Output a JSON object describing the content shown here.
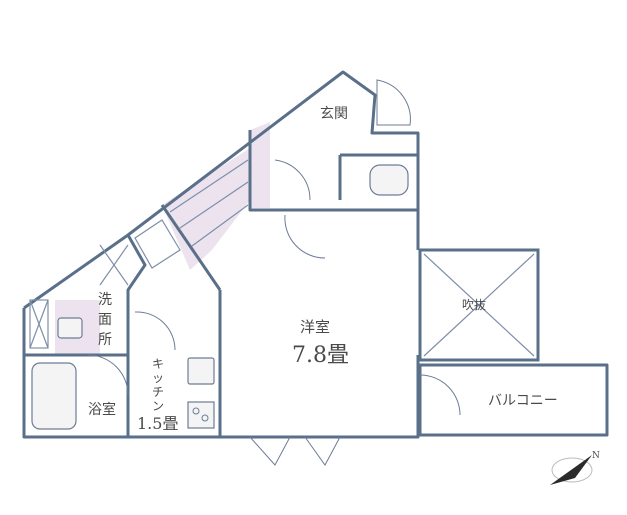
{
  "rooms": {
    "entrance": "玄関",
    "western_room": "洋室",
    "western_room_size": "7.8畳",
    "washroom": [
      "洗",
      "面",
      "所"
    ],
    "bathroom": "浴室",
    "kitchen": [
      "キ",
      "ッ",
      "チ",
      "ン"
    ],
    "kitchen_size": "1.5畳",
    "void": "吹抜",
    "balcony": "バルコニー"
  },
  "compass": {
    "symbol": "N"
  },
  "colors": {
    "wall": "#5a6f8a",
    "shade": "#ece3ef"
  }
}
